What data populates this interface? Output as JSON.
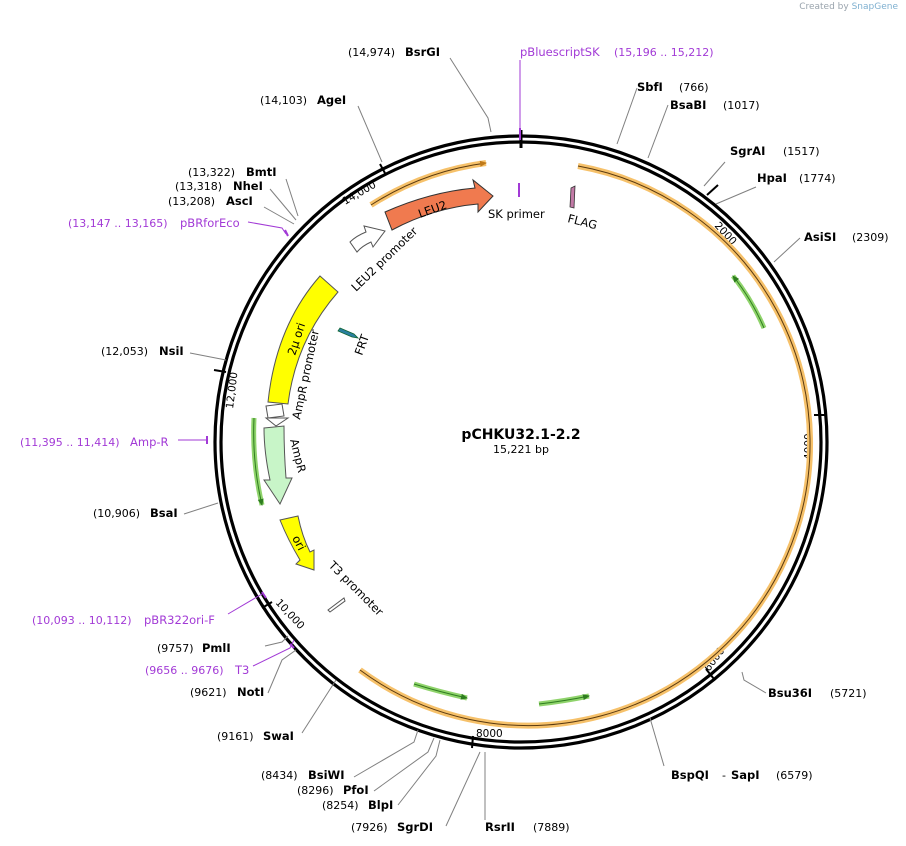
{
  "credit": {
    "prefix": "Created by",
    "brand": "SnapGene"
  },
  "plasmid": {
    "name": "pCHKU32.1-2.2",
    "size": "15,221 bp"
  },
  "ticks": [
    "2000",
    "4000",
    "6000",
    "8000",
    "10,000",
    "12,000",
    "14,000"
  ],
  "sites": [
    {
      "pos": "(14,974)",
      "name": "BsrGI"
    },
    {
      "pos": "(14,103)",
      "name": "AgeI"
    },
    {
      "pos": "(13,322)",
      "name": "BmtI"
    },
    {
      "pos": "(13,318)",
      "name": "NheI"
    },
    {
      "pos": "(13,208)",
      "name": "AscI"
    },
    {
      "pos": "(12,053)",
      "name": "NsiI"
    },
    {
      "pos": "(10,906)",
      "name": "BsaI"
    },
    {
      "pos": "(9757)",
      "name": "PmlI"
    },
    {
      "pos": "(9621)",
      "name": "NotI"
    },
    {
      "pos": "(9161)",
      "name": "SwaI"
    },
    {
      "pos": "(8434)",
      "name": "BsiWI"
    },
    {
      "pos": "(8296)",
      "name": "PfoI"
    },
    {
      "pos": "(8254)",
      "name": "BlpI"
    },
    {
      "pos": "(7926)",
      "name": "SgrDI"
    },
    {
      "name": "SbfI",
      "pos": "(766)"
    },
    {
      "name": "BsaBI",
      "pos": "(1017)"
    },
    {
      "name": "SgrAI",
      "pos": "(1517)"
    },
    {
      "name": "HpaI",
      "pos": "(1774)"
    },
    {
      "name": "AsiSI",
      "pos": "(2309)"
    },
    {
      "name": "Bsu36I",
      "pos": "(5721)"
    },
    {
      "name": "RsrII",
      "pos": "(7889)"
    }
  ],
  "bspqi": {
    "name1": "BspQI",
    "sep": "-",
    "name2": "SapI",
    "pos": "(6579)"
  },
  "primers": [
    {
      "name": "pBluescriptSK",
      "pos": "(15,196 .. 15,212)"
    },
    {
      "pos": "(13,147 .. 13,165)",
      "name": "pBRforEco"
    },
    {
      "pos": "(11,395 .. 11,414)",
      "name": "Amp-R"
    },
    {
      "pos": "(10,093 .. 10,112)",
      "name": "pBR322ori-F"
    },
    {
      "pos": "(9656 .. 9676)",
      "name": "T3"
    }
  ],
  "features": {
    "leu2": "LEU2",
    "leu2_promoter": "LEU2 promoter",
    "sk_primer": "SK primer",
    "flag": "FLAG",
    "frt": "FRT",
    "two_mu_ori": "2μ ori",
    "ampr_promoter": "AmpR promoter",
    "ampr": "AmpR",
    "ori": "ori",
    "t3_promoter": "T3 promoter"
  },
  "colors": {
    "leu2": "#f07a4f",
    "yellow": "#ffff00",
    "ampr": "#c8f5c8",
    "frt": "#2a7f9f",
    "orange_band": "#f6c16a",
    "green_arrow": "#3aa23a",
    "primer": "#a23ad6"
  }
}
